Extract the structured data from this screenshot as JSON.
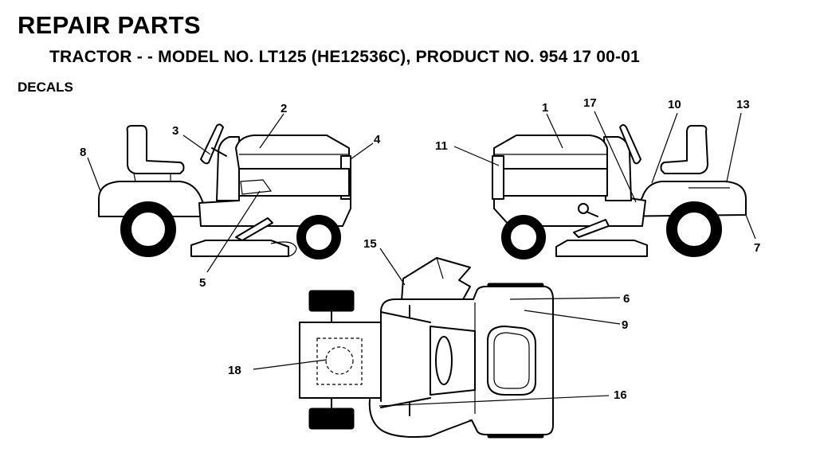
{
  "header": {
    "title": "REPAIR PARTS",
    "subtitle": "TRACTOR - - MODEL NO. LT125 (HE12536C),  PRODUCT NO. 954 17 00-01",
    "section": "DECALS"
  },
  "callouts": {
    "c1": "1",
    "c2": "2",
    "c3": "3",
    "c4": "4",
    "c5": "5",
    "c6": "6",
    "c7": "7",
    "c8": "8",
    "c9": "9",
    "c10": "10",
    "c11": "11",
    "c13": "13",
    "c15": "15",
    "c16": "16",
    "c17": "17",
    "c18": "18"
  }
}
